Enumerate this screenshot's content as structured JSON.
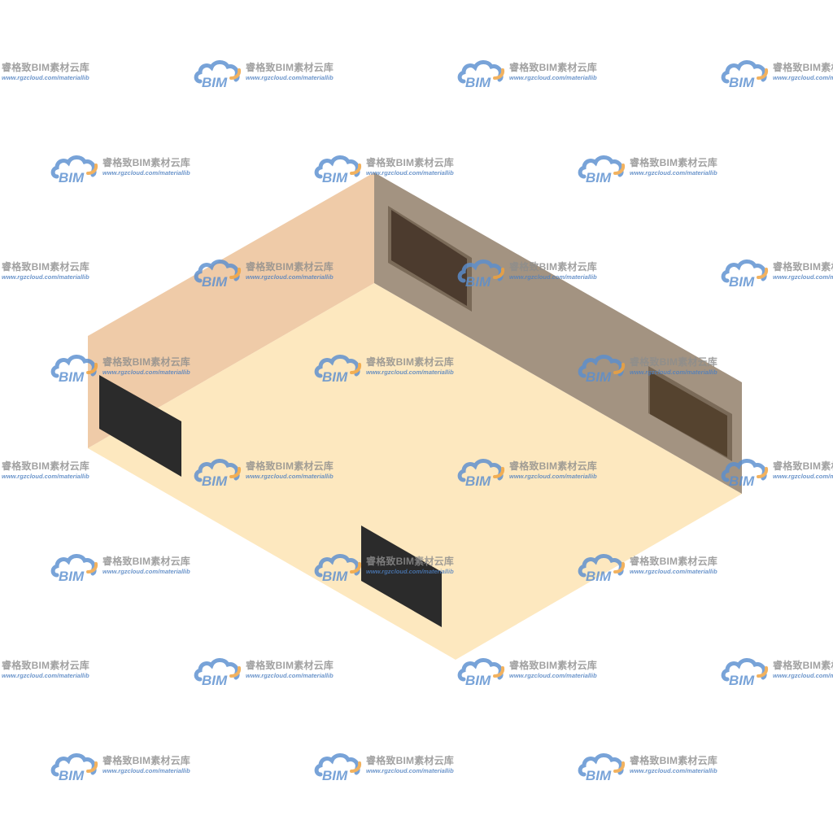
{
  "scene": {
    "subject": "isometric-room-model",
    "colors": {
      "floor": "#fde8bf",
      "left_wall": "#efcba8",
      "back_wall": "#a39381",
      "back_wall_window_frame": "#7a6a58",
      "back_wall_window_pane": "#4c3b2e",
      "right_window_pane": "#55432f",
      "dark_panel": "#2b2b2b",
      "background": "#ffffff"
    },
    "icon": "bim-cloud-logo"
  },
  "watermark": {
    "logo_text": "BIM",
    "name": "睿格致BIM素材云库",
    "url": "www.rgzcloud.com/materiallib",
    "colors": {
      "cloud_blue": "#5b8fd0",
      "cloud_orange": "#f0a23c",
      "text_gray": "#8d8d8d",
      "url_blue": "#4d7fc0"
    }
  }
}
